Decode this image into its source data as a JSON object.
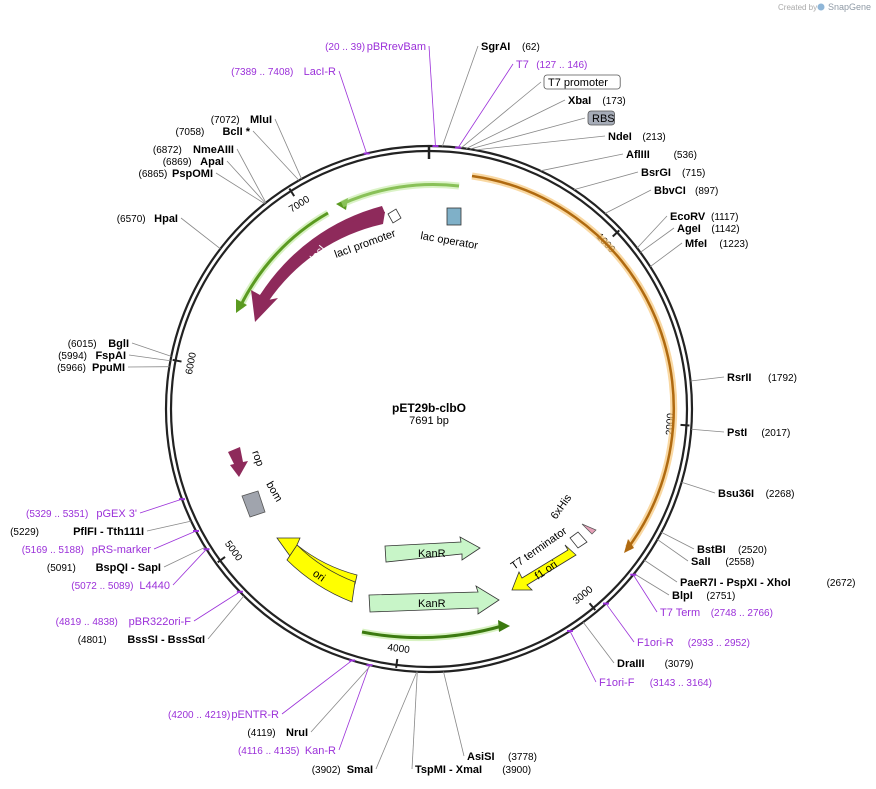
{
  "branding": {
    "created_by": "Created by",
    "product": "SnapGene"
  },
  "plasmid": {
    "name": "pET29b-clbO",
    "length_label": "7691 bp",
    "length": 7691
  },
  "ticks": [
    {
      "pos": 1000,
      "label": "1000"
    },
    {
      "pos": 2000,
      "label": "2000"
    },
    {
      "pos": 3000,
      "label": "3000"
    },
    {
      "pos": 4000,
      "label": "4000"
    },
    {
      "pos": 5000,
      "label": "5000"
    },
    {
      "pos": 6000,
      "label": "6000"
    },
    {
      "pos": 7000,
      "label": "7000"
    }
  ],
  "site_labels": [
    {
      "name": "SgrAI",
      "pos_text": "(62)",
      "side": "right",
      "site": 62,
      "kind": "enzyme"
    },
    {
      "name": "T7",
      "pos_text": "(127 .. 146)",
      "side": "right",
      "site": 136,
      "kind": "primer"
    },
    {
      "name": "T7 promoter",
      "pos_text": "",
      "side": "right",
      "site": 150,
      "kind": "boxed"
    },
    {
      "name": "XbaI",
      "pos_text": "(173)",
      "side": "right",
      "site": 173,
      "kind": "enzyme"
    },
    {
      "name": "RBS",
      "pos_text": "",
      "side": "right",
      "site": 190,
      "kind": "boxed-gray"
    },
    {
      "name": "NdeI",
      "pos_text": "(213)",
      "side": "right",
      "site": 213,
      "kind": "enzyme"
    },
    {
      "name": "AflIII",
      "pos_text": "(536)",
      "side": "right",
      "site": 536,
      "kind": "enzyme"
    },
    {
      "name": "BsrGI",
      "pos_text": "(715)",
      "side": "right",
      "site": 715,
      "kind": "enzyme"
    },
    {
      "name": "BbvCI",
      "pos_text": "(897)",
      "side": "right",
      "site": 897,
      "kind": "enzyme"
    },
    {
      "name": "EcoRV",
      "pos_text": "(1117)",
      "side": "right",
      "site": 1117,
      "kind": "enzyme"
    },
    {
      "name": "AgeI",
      "pos_text": "(1142)",
      "side": "right",
      "site": 1142,
      "kind": "enzyme"
    },
    {
      "name": "MfeI",
      "pos_text": "(1223)",
      "side": "right",
      "site": 1223,
      "kind": "enzyme"
    },
    {
      "name": "RsrII",
      "pos_text": "(1792)",
      "side": "right",
      "site": 1792,
      "kind": "enzyme"
    },
    {
      "name": "PstI",
      "pos_text": "(2017)",
      "side": "right",
      "site": 2017,
      "kind": "enzyme"
    },
    {
      "name": "Bsu36I",
      "pos_text": "(2268)",
      "side": "right",
      "site": 2268,
      "kind": "enzyme"
    },
    {
      "name": "BstBI",
      "pos_text": "(2520)",
      "side": "right",
      "site": 2520,
      "kind": "enzyme"
    },
    {
      "name": "SalI",
      "pos_text": "(2558)",
      "side": "right",
      "site": 2558,
      "kind": "enzyme"
    },
    {
      "name": "PaeR7I - PspXI - XhoI",
      "pos_text": "(2672)",
      "side": "right",
      "site": 2672,
      "kind": "enzyme"
    },
    {
      "name": "BlpI",
      "pos_text": "(2751)",
      "side": "right",
      "site": 2751,
      "kind": "enzyme"
    },
    {
      "name": "T7 Term",
      "pos_text": "(2748 .. 2766)",
      "side": "right",
      "site": 2757,
      "kind": "primer"
    },
    {
      "name": "F1ori-R",
      "pos_text": "(2933 .. 2952)",
      "side": "right",
      "site": 2942,
      "kind": "primer"
    },
    {
      "name": "DraIII",
      "pos_text": "(3079)",
      "side": "right",
      "site": 3079,
      "kind": "enzyme"
    },
    {
      "name": "F1ori-F",
      "pos_text": "(3143 .. 3164)",
      "side": "right",
      "site": 3153,
      "kind": "primer"
    },
    {
      "name": "AsiSI",
      "pos_text": "(3778)",
      "side": "right",
      "site": 3778,
      "kind": "enzyme"
    },
    {
      "name": "TspMI - XmaI",
      "pos_text": "(3900)",
      "side": "right",
      "site": 3900,
      "kind": "enzyme"
    },
    {
      "name": "SmaI",
      "pos_text": "(3902)",
      "side": "left",
      "site": 3902,
      "kind": "enzyme"
    },
    {
      "name": "Kan-R",
      "pos_text": "(4116 .. 4135)",
      "side": "left",
      "site": 4125,
      "kind": "primer"
    },
    {
      "name": "NruI",
      "pos_text": "(4119)",
      "side": "left",
      "site": 4119,
      "kind": "enzyme"
    },
    {
      "name": "pENTR-R",
      "pos_text": "(4200 .. 4219)",
      "side": "left",
      "site": 4209,
      "kind": "primer"
    },
    {
      "name": "BssSI - BssSαI",
      "pos_text": "(4801)",
      "side": "left",
      "site": 4801,
      "kind": "enzyme"
    },
    {
      "name": "pBR322ori-F",
      "pos_text": "(4819 .. 4838)",
      "side": "left",
      "site": 4828,
      "kind": "primer"
    },
    {
      "name": "L4440",
      "pos_text": "(5072 .. 5089)",
      "side": "left",
      "site": 5080,
      "kind": "primer"
    },
    {
      "name": "BspQI - SapI",
      "pos_text": "(5091)",
      "side": "left",
      "site": 5091,
      "kind": "enzyme"
    },
    {
      "name": "pRS-marker",
      "pos_text": "(5169 .. 5188)",
      "side": "left",
      "site": 5178,
      "kind": "primer"
    },
    {
      "name": "PflFI - Tth111I",
      "pos_text": "(5229)",
      "side": "left",
      "site": 5229,
      "kind": "enzyme"
    },
    {
      "name": "pGEX 3'",
      "pos_text": "(5329 .. 5351)",
      "side": "left",
      "site": 5340,
      "kind": "primer"
    },
    {
      "name": "PpuMI",
      "pos_text": "(5966)",
      "side": "left",
      "site": 5966,
      "kind": "enzyme"
    },
    {
      "name": "FspAI",
      "pos_text": "(5994)",
      "side": "left",
      "site": 5994,
      "kind": "enzyme"
    },
    {
      "name": "BglI",
      "pos_text": "(6015)",
      "side": "left",
      "site": 6015,
      "kind": "enzyme"
    },
    {
      "name": "HpaI",
      "pos_text": "(6570)",
      "side": "left",
      "site": 6570,
      "kind": "enzyme"
    },
    {
      "name": "PspOMI",
      "pos_text": "(6865)",
      "side": "left",
      "site": 6865,
      "kind": "enzyme"
    },
    {
      "name": "ApaI",
      "pos_text": "(6869)",
      "side": "left",
      "site": 6869,
      "kind": "enzyme"
    },
    {
      "name": "NmeAIII",
      "pos_text": "(6872)",
      "side": "left",
      "site": 6872,
      "kind": "enzyme"
    },
    {
      "name": "BclI *",
      "pos_text": "(7058)",
      "side": "left",
      "site": 7058,
      "kind": "enzyme"
    },
    {
      "name": "MluI",
      "pos_text": "(7072)",
      "side": "left",
      "site": 7072,
      "kind": "enzyme"
    },
    {
      "name": "LacI-R",
      "pos_text": "(7389 .. 7408)",
      "side": "left",
      "site": 7398,
      "kind": "primer"
    },
    {
      "name": "pBRrevBam",
      "pos_text": "(20 .. 39)",
      "side": "left",
      "site": 30,
      "kind": "primer"
    }
  ],
  "features": {
    "lacI": "lacI",
    "lacI_promoter": "lacI promoter",
    "lac_operator": "lac operator",
    "rop": "rop",
    "bom": "bom",
    "ori": "ori",
    "f1_ori": "f1 ori",
    "KanR_top": "KanR",
    "KanR_bottom": "KanR",
    "T7_terminator": "T7 terminator",
    "His6": "6xHis"
  },
  "colors": {
    "lacI": "#8e2a5b",
    "orf_green": "#7cc43a",
    "orf_orange": "#f0a030",
    "KanR": "#c8f5c8",
    "ori": "#ffff00",
    "primer": "#9b30d9",
    "bom": "#a0a4ad"
  }
}
